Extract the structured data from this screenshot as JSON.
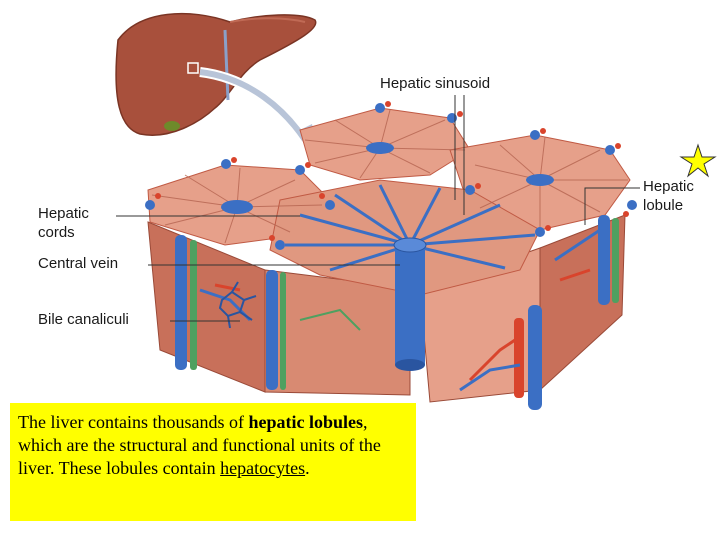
{
  "colors": {
    "liver": "#a8503c",
    "tissue": "#e6a08a",
    "tissue_dark": "#c8705a",
    "portal_vein": "#3b6fc4",
    "hepatic_artery": "#d9442c",
    "bile_duct": "#4fa060",
    "caption_bg": "#ffff00",
    "star": "#ffff00"
  },
  "labels": {
    "hepatic_sinusoid": "Hepatic sinusoid",
    "hepatic_cords_line1": "Hepatic",
    "hepatic_cords_line2": "cords",
    "central_vein": "Central vein",
    "bile_canaliculi": "Bile canaliculi",
    "hepatic_lobule_line1": "Hepatic",
    "hepatic_lobule_line2": "lobule"
  },
  "caption": {
    "part1": "The liver contains thousands of ",
    "bold1": "hepatic lobules",
    "part2": ", which are the structural and functional units of the liver. These lobules contain ",
    "underlined": "hepatocytes",
    "part3": "."
  },
  "icons": {
    "star": "star-icon",
    "arrow": "arrow-icon"
  }
}
